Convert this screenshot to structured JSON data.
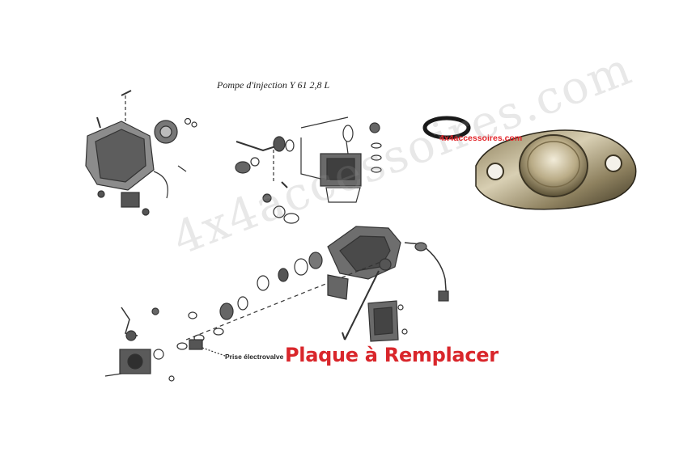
{
  "diagram": {
    "title": "Pompe d'injection  Y 61   2,8 L",
    "label_electrovalve": "Prise électrovalve",
    "callout": "Plaque à Remplacer",
    "watermark": "4x4accessoires.com"
  },
  "photo": {
    "brand_label": "4x4accessoires.com"
  },
  "colors": {
    "callout": "#d9262b",
    "brand_label": "#e3262b",
    "line_art": "#333333",
    "metal": "#b7a98a"
  }
}
